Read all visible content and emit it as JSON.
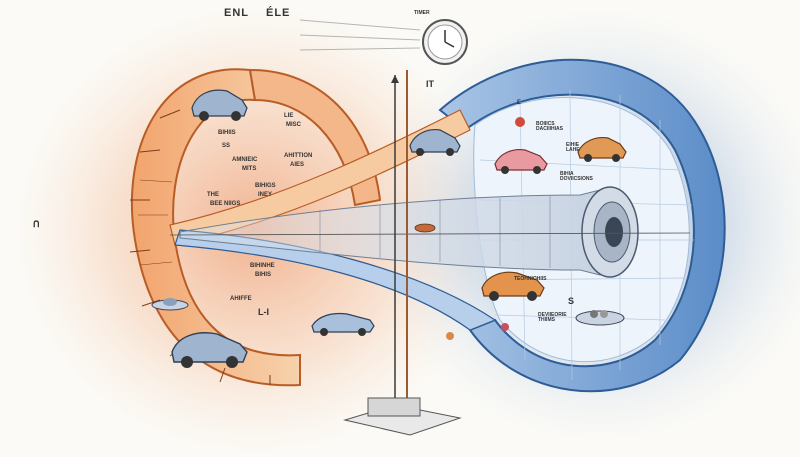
{
  "labels": {
    "top_left": "ENL",
    "top_mid": "ÉLE",
    "clock_tag": "TIMER",
    "clock_side": "IT",
    "left_edge": "ᑎ",
    "ring_a": "BIHIIS",
    "ring_b": "SS",
    "ring_c": "AMNIEIC",
    "ring_d": "MITS",
    "ring_e": "LIE",
    "ring_f": "MISC",
    "ring_g": "AHITTION",
    "ring_h": "AIES",
    "ring_i": "THE",
    "ring_j": "BEE NIIGS",
    "ring_k": "BIHIGS",
    "ring_l": "INEY",
    "ring_m": "BIHINHE",
    "ring_n": "BIHIS",
    "ring_o": "AHIFFE",
    "ring_p": "L-I",
    "right_a": "BOIIICS DACIIIHIAS",
    "right_b": "EIHIE LAHE",
    "right_c": "BIHIA DOVIICSIONS",
    "right_d": "TEOHNIOHIIS",
    "right_e": "DEVIIEORIE THIIMS",
    "right_f": "E",
    "right_g": "S"
  },
  "colors": {
    "ring_orange": "#e8884a",
    "ring_orange_light": "#f7c9a0",
    "loop_blue": "#4a7fbf",
    "loop_blue_light": "#dde9f6",
    "background": "#fbfaf6"
  },
  "icons": [
    "car-icon",
    "clock-icon",
    "flying-saucer-icon",
    "ball-icon",
    "measuring-pole-icon",
    "base-plate-icon"
  ]
}
